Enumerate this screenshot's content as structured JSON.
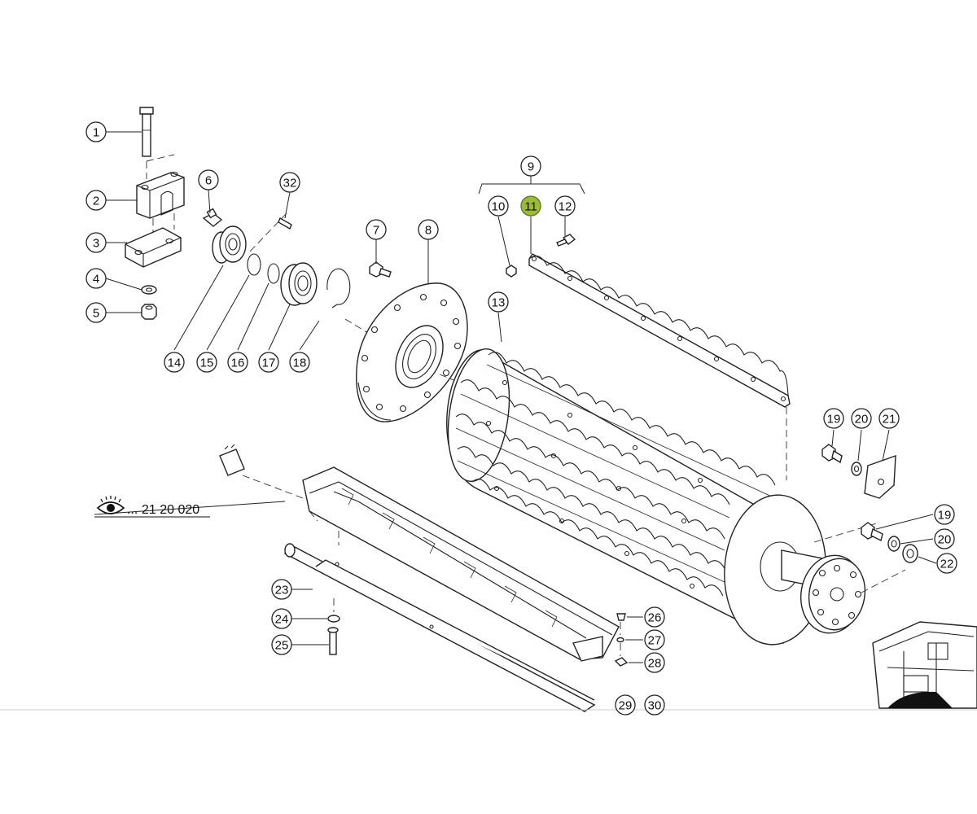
{
  "diagram": {
    "reference_link": {
      "prefix": "...",
      "code": "21 20 020",
      "icon": "eye-icon"
    },
    "highlight_color": "#9dbb3a",
    "selected_callout": "11",
    "callouts": [
      {
        "id": "1",
        "label": "1",
        "highlighted": false
      },
      {
        "id": "2",
        "label": "2",
        "highlighted": false
      },
      {
        "id": "3",
        "label": "3",
        "highlighted": false
      },
      {
        "id": "4",
        "label": "4",
        "highlighted": false
      },
      {
        "id": "5",
        "label": "5",
        "highlighted": false
      },
      {
        "id": "6",
        "label": "6",
        "highlighted": false
      },
      {
        "id": "7",
        "label": "7",
        "highlighted": false
      },
      {
        "id": "8",
        "label": "8",
        "highlighted": false
      },
      {
        "id": "9",
        "label": "9",
        "highlighted": false
      },
      {
        "id": "10",
        "label": "10",
        "highlighted": false
      },
      {
        "id": "11",
        "label": "11",
        "highlighted": true
      },
      {
        "id": "12",
        "label": "12",
        "highlighted": false
      },
      {
        "id": "13",
        "label": "13",
        "highlighted": false
      },
      {
        "id": "14",
        "label": "14",
        "highlighted": false
      },
      {
        "id": "15",
        "label": "15",
        "highlighted": false
      },
      {
        "id": "16",
        "label": "16",
        "highlighted": false
      },
      {
        "id": "17",
        "label": "17",
        "highlighted": false
      },
      {
        "id": "18",
        "label": "18",
        "highlighted": false
      },
      {
        "id": "19a",
        "label": "19",
        "highlighted": false
      },
      {
        "id": "20a",
        "label": "20",
        "highlighted": false
      },
      {
        "id": "21",
        "label": "21",
        "highlighted": false
      },
      {
        "id": "19b",
        "label": "19",
        "highlighted": false
      },
      {
        "id": "20b",
        "label": "20",
        "highlighted": false
      },
      {
        "id": "22",
        "label": "22",
        "highlighted": false
      },
      {
        "id": "23",
        "label": "23",
        "highlighted": false
      },
      {
        "id": "24",
        "label": "24",
        "highlighted": false
      },
      {
        "id": "25",
        "label": "25",
        "highlighted": false
      },
      {
        "id": "26",
        "label": "26",
        "highlighted": false
      },
      {
        "id": "27",
        "label": "27",
        "highlighted": false
      },
      {
        "id": "28",
        "label": "28",
        "highlighted": false
      },
      {
        "id": "29",
        "label": "29",
        "highlighted": false
      },
      {
        "id": "30",
        "label": "30",
        "highlighted": false
      },
      {
        "id": "32",
        "label": "32",
        "highlighted": false
      }
    ]
  }
}
